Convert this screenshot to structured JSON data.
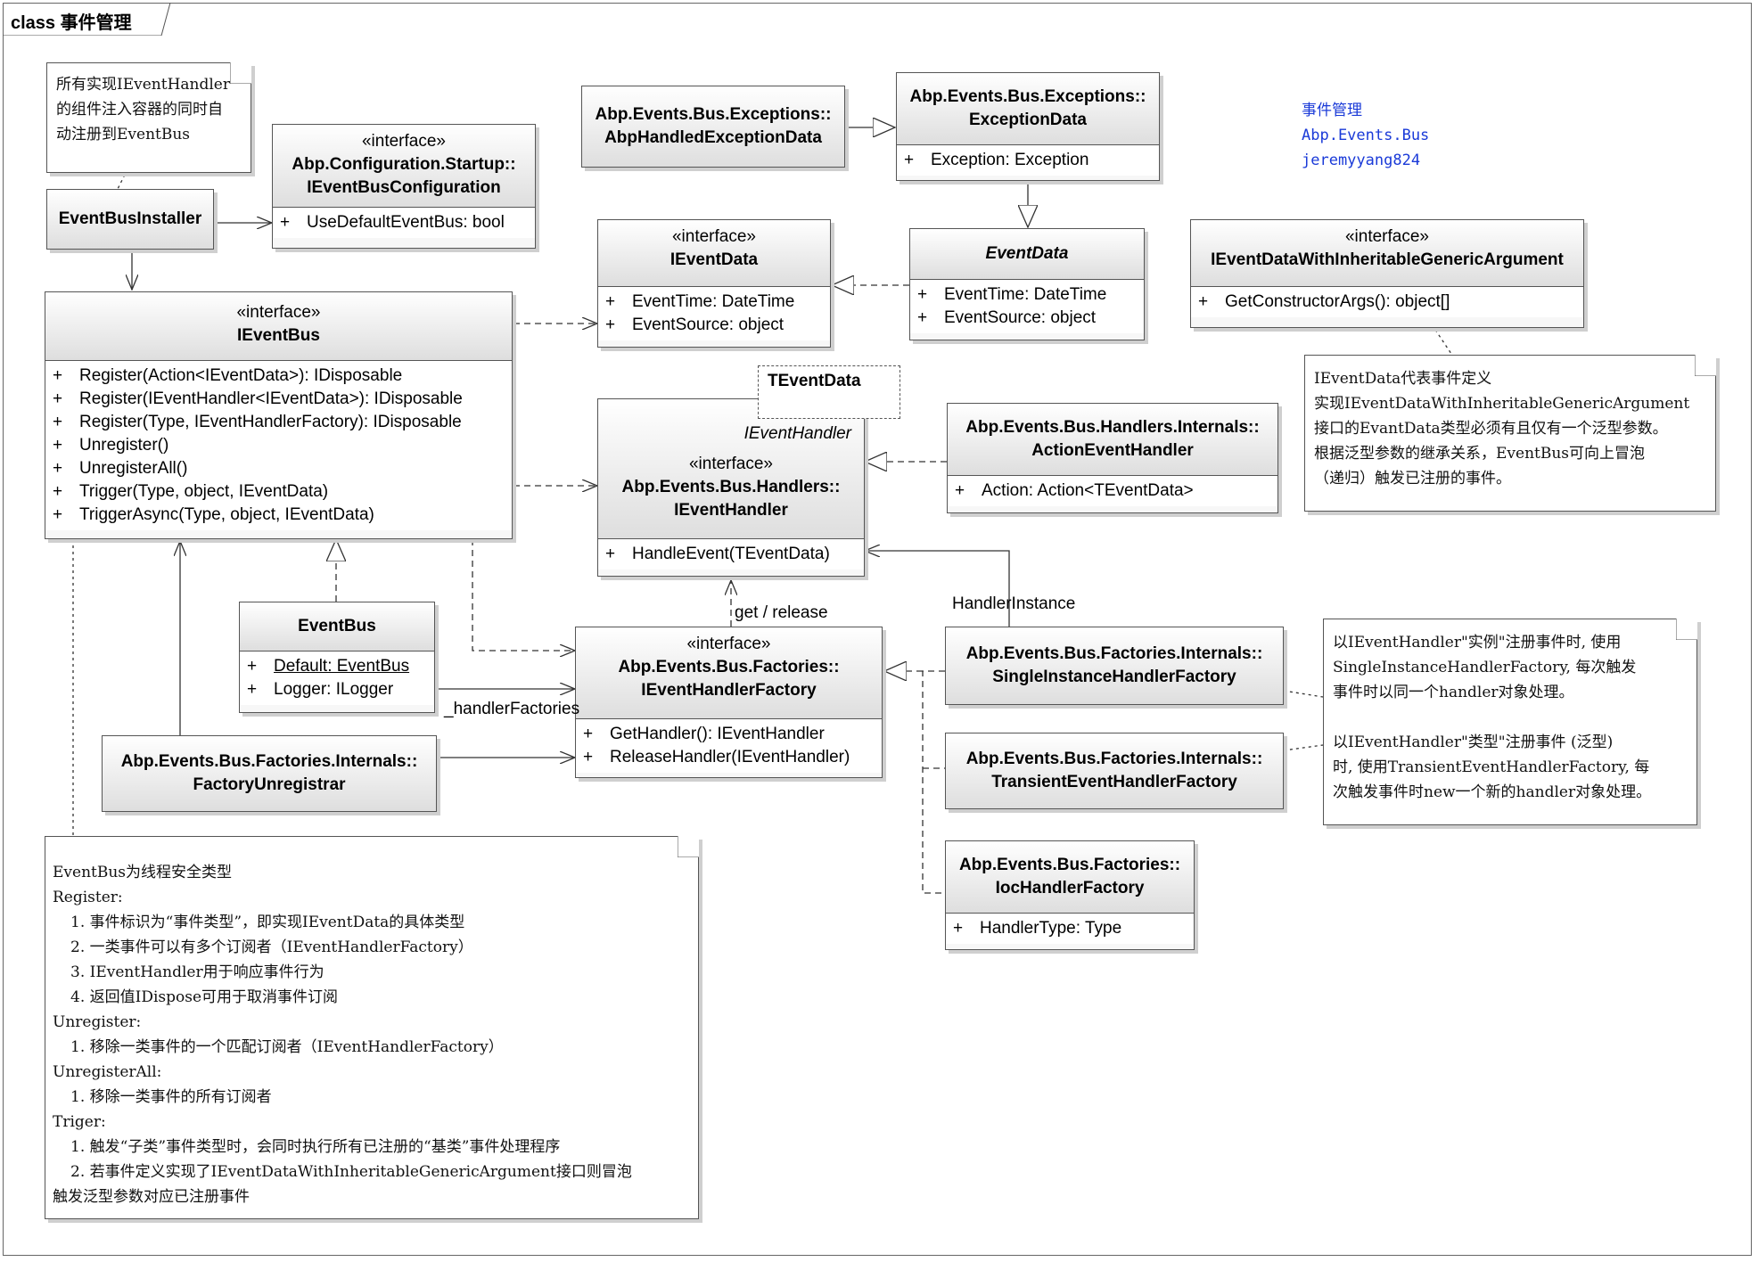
{
  "diagram_title": "class 事件管理",
  "info": {
    "title": "事件管理",
    "namespace": "Abp.Events.Bus",
    "author": "jeremyyang824"
  },
  "classes": {
    "event_bus_installer": {
      "name": "EventBusInstaller"
    },
    "ievent_bus_configuration": {
      "stereotype": "«interface»",
      "name_line1": "Abp.Configuration.Startup::",
      "name_line2": "IEventBusConfiguration",
      "attrs": [
        {
          "vis": "+",
          "text": "UseDefaultEventBus: bool"
        }
      ]
    },
    "abp_handled_exception_data": {
      "name_line1": "Abp.Events.Bus.Exceptions::",
      "name_line2": "AbpHandledExceptionData"
    },
    "exception_data": {
      "name_line1": "Abp.Events.Bus.Exceptions::",
      "name_line2": "ExceptionData",
      "attrs": [
        {
          "vis": "+",
          "text": "Exception: Exception"
        }
      ]
    },
    "ievent_data": {
      "stereotype": "«interface»",
      "name": "IEventData",
      "attrs": [
        {
          "vis": "+",
          "text": "EventTime: DateTime"
        },
        {
          "vis": "+",
          "text": "EventSource: object"
        }
      ]
    },
    "event_data": {
      "name": "EventData",
      "attrs": [
        {
          "vis": "+",
          "text": "EventTime: DateTime"
        },
        {
          "vis": "+",
          "text": "EventSource: object"
        }
      ]
    },
    "ievent_data_generic": {
      "stereotype": "«interface»",
      "name": "IEventDataWithInheritableGenericArgument",
      "attrs": [
        {
          "vis": "+",
          "text": "GetConstructorArgs(): object[]"
        }
      ]
    },
    "ievent_bus": {
      "stereotype": "«interface»",
      "name": "IEventBus",
      "ops": [
        {
          "vis": "+",
          "text": "Register(Action<IEventData>): IDisposable"
        },
        {
          "vis": "+",
          "text": "Register(IEventHandler<IEventData>): IDisposable"
        },
        {
          "vis": "+",
          "text": "Register(Type, IEventHandlerFactory): IDisposable"
        },
        {
          "vis": "+",
          "text": "Unregister()"
        },
        {
          "vis": "+",
          "text": "UnregisterAll()"
        },
        {
          "vis": "+",
          "text": "Trigger(Type, object, IEventData)"
        },
        {
          "vis": "+",
          "text": "TriggerAsync(Type, object, IEventData)"
        }
      ]
    },
    "ievent_handler": {
      "template_param": "TEventData",
      "italic_name": "IEventHandler",
      "stereotype": "«interface»",
      "name_line1": "Abp.Events.Bus.Handlers::",
      "name_line2": "IEventHandler",
      "ops": [
        {
          "vis": "+",
          "text": "HandleEvent(TEventData)"
        }
      ]
    },
    "action_event_handler": {
      "name_line1": "Abp.Events.Bus.Handlers.Internals::",
      "name_line2": "ActionEventHandler",
      "attrs": [
        {
          "vis": "+",
          "text": "Action: Action<TEventData>"
        }
      ]
    },
    "event_bus": {
      "name": "EventBus",
      "attrs": [
        {
          "vis": "+",
          "text": "Default: EventBus"
        },
        {
          "vis": "+",
          "text": "Logger: ILogger"
        }
      ]
    },
    "ievent_handler_factory": {
      "stereotype": "«interface»",
      "name_line1": "Abp.Events.Bus.Factories::",
      "name_line2": "IEventHandlerFactory",
      "ops": [
        {
          "vis": "+",
          "text": "GetHandler(): IEventHandler"
        },
        {
          "vis": "+",
          "text": "ReleaseHandler(IEventHandler)"
        }
      ]
    },
    "factory_unregistrar": {
      "name_line1": "Abp.Events.Bus.Factories.Internals::",
      "name_line2": "FactoryUnregistrar"
    },
    "single_instance_factory": {
      "name_line1": "Abp.Events.Bus.Factories.Internals::",
      "name_line2": "SingleInstanceHandlerFactory"
    },
    "transient_factory": {
      "name_line1": "Abp.Events.Bus.Factories.Internals::",
      "name_line2": "TransientEventHandlerFactory"
    },
    "ioc_factory": {
      "name_line1": "Abp.Events.Bus.Factories::",
      "name_line2": "IocHandlerFactory",
      "attrs": [
        {
          "vis": "+",
          "text": "HandlerType: Type"
        }
      ]
    }
  },
  "edge_labels": {
    "get_release": "get / release",
    "handler_instance": "HandlerInstance",
    "handler_factories": "_handlerFactories"
  },
  "notes": {
    "installer_note": [
      "所有实现IEventHandler",
      "的组件注入容器的同时自",
      "动注册到EventBus"
    ],
    "generic_note": [
      "IEventData代表事件定义",
      "实现IEventDataWithInheritableGenericArgument",
      "接口的EvantData类型必须有且仅有一个泛型参数。",
      "根据泛型参数的继承关系，EventBus可向上冒泡",
      "（递归）触发已注册的事件。"
    ],
    "factory_note": [
      "以IEventHandler\"实例\"注册事件时, 使用",
      "SingleInstanceHandlerFactory,  每次触发",
      "事件时以同一个handler对象处理。",
      "",
      "以IEventHandler\"类型\"注册事件 (泛型)",
      "时, 使用TransientEventHandlerFactory, 每",
      "次触发事件时new一个新的handler对象处理。"
    ],
    "bus_note": [
      {
        "text": "EventBus为线程安全类型",
        "indent": false
      },
      {
        "text": "Register:",
        "indent": false
      },
      {
        "text": "1.  事件标识为“事件类型”，即实现IEventData的具体类型",
        "indent": true
      },
      {
        "text": "2.  一类事件可以有多个订阅者（IEventHandlerFactory）",
        "indent": true
      },
      {
        "text": "3.  IEventHandler用于响应事件行为",
        "indent": true
      },
      {
        "text": "4.  返回值IDispose可用于取消事件订阅",
        "indent": true
      },
      {
        "text": "Unregister:",
        "indent": false
      },
      {
        "text": "1.  移除一类事件的一个匹配订阅者（IEventHandlerFactory）",
        "indent": true
      },
      {
        "text": "UnregisterAll:",
        "indent": false
      },
      {
        "text": "1.  移除一类事件的所有订阅者",
        "indent": true
      },
      {
        "text": "Triger:",
        "indent": false
      },
      {
        "text": "1.  触发“子类”事件类型时，会同时执行所有已注册的“基类”事件处理程序",
        "indent": true
      },
      {
        "text": "2.  若事件定义实现了IEventDataWithInheritableGenericArgument接口则冒泡",
        "indent": true
      },
      {
        "text": "触发泛型参数对应已注册事件",
        "indent": false
      }
    ]
  }
}
